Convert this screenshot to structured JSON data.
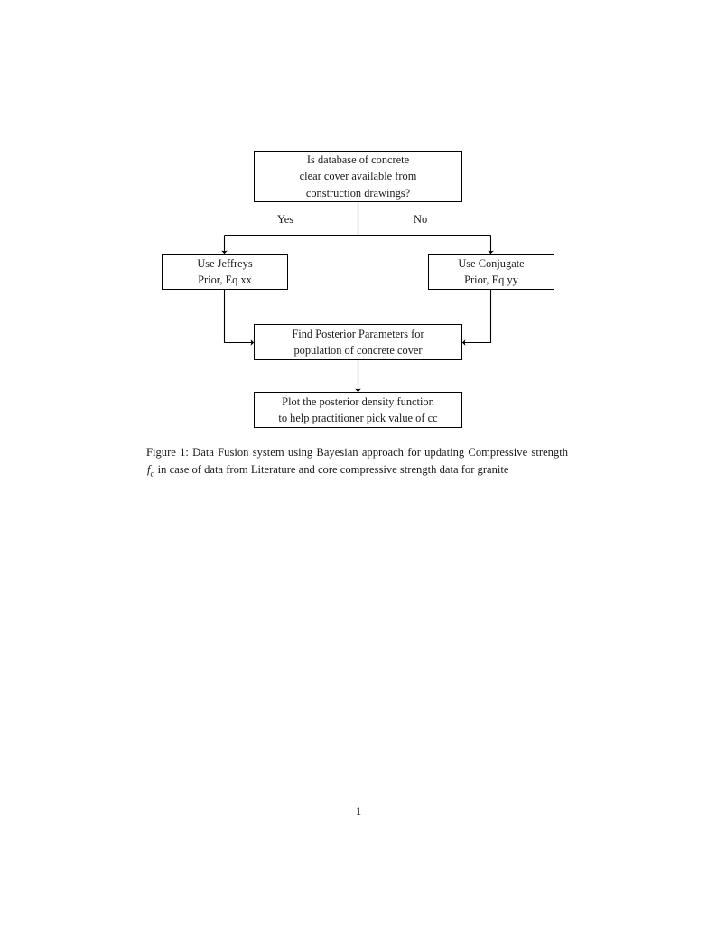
{
  "document": {
    "page_number": "1",
    "figure": {
      "caption_prefix": "Figure 1:",
      "caption_part1": " Data Fusion system using Bayesian approach for updating Compressive strength ",
      "caption_math_base": "f",
      "caption_math_sub": "c",
      "caption_part2": " in case of data from Literature and core compressive strength data for granite"
    }
  },
  "flowchart": {
    "type": "flowchart",
    "nodes": [
      {
        "id": "decision",
        "shape": "rectangle",
        "lines": [
          "Is database of concrete",
          "clear cover available from",
          "construction drawings?"
        ]
      },
      {
        "id": "jeffreys",
        "shape": "rectangle",
        "lines": [
          "Use Jeffreys",
          "Prior, Eq xx"
        ]
      },
      {
        "id": "conjugate",
        "shape": "rectangle",
        "lines": [
          "Use Conjugate",
          "Prior, Eq yy"
        ]
      },
      {
        "id": "posterior",
        "shape": "rectangle",
        "lines": [
          "Find Posterior Parameters for",
          "population of concrete cover"
        ]
      },
      {
        "id": "plot",
        "shape": "rectangle",
        "lines": [
          "Plot the posterior density function",
          "to help practitioner pick value of cc"
        ]
      }
    ],
    "edges": [
      {
        "from": "decision",
        "to": "jeffreys",
        "label": "Yes"
      },
      {
        "from": "decision",
        "to": "conjugate",
        "label": "No"
      },
      {
        "from": "jeffreys",
        "to": "posterior",
        "label": ""
      },
      {
        "from": "conjugate",
        "to": "posterior",
        "label": ""
      },
      {
        "from": "posterior",
        "to": "plot",
        "label": ""
      }
    ],
    "edge_labels": {
      "yes": "Yes",
      "no": "No"
    },
    "colors": {
      "stroke": "#000000",
      "fill": "#ffffff",
      "text": "#1a1a1a"
    }
  }
}
